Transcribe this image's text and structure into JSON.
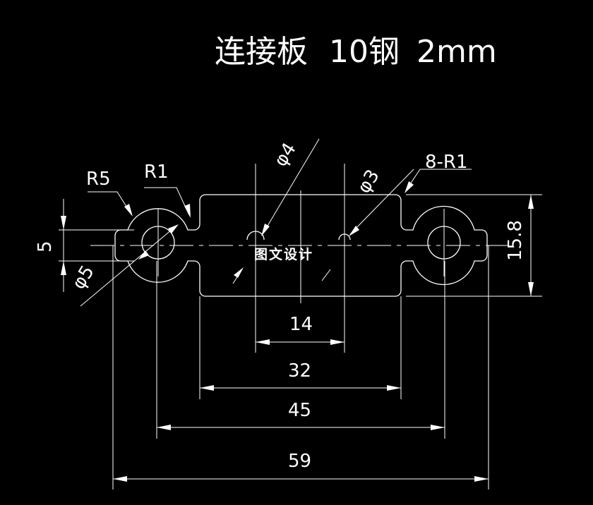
{
  "title": {
    "part_name": "连接板",
    "material": "10钢",
    "thickness": "2mm"
  },
  "labels": {
    "r5": "R5",
    "r1": "R1",
    "phi4": "φ4",
    "phi3": "φ3",
    "eight_r1": "8-R1",
    "phi5": "φ5",
    "dim_5": "5",
    "dim_15_8": "15.8",
    "dim_14": "14",
    "dim_32": "32",
    "dim_45": "45",
    "dim_59": "59"
  },
  "watermark": "图文设计",
  "colors": {
    "background": "#000000",
    "lines": "#ffffff"
  }
}
